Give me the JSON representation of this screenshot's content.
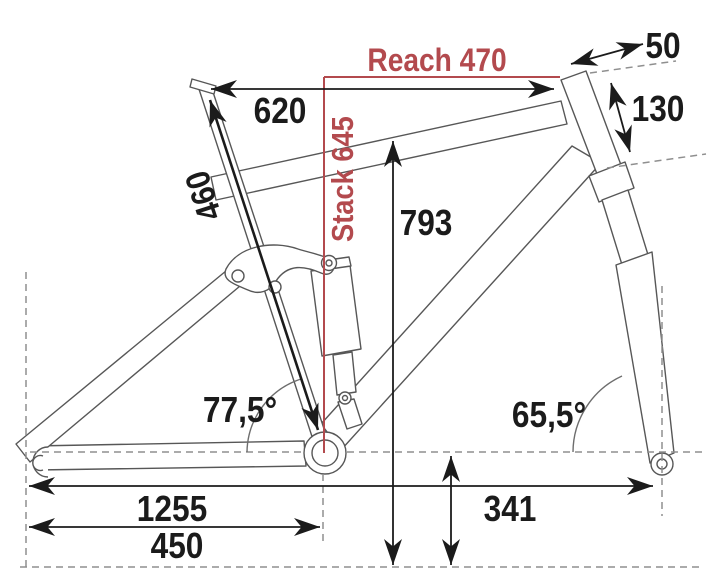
{
  "diagram": {
    "type": "bike-frame-geometry",
    "accent_color": "#b34a4e",
    "line_color": "#1b1b1b",
    "frame_color": "#575757",
    "labels": {
      "reach": "Reach 470",
      "stack": "Stack 645",
      "top_tube_length": "620",
      "seat_tube_length": "460",
      "standover_height": "793",
      "stem_length": "50",
      "head_tube_length": "130",
      "seat_tube_angle": "77,5°",
      "head_tube_angle": "65,5°",
      "wheelbase": "1255",
      "chainstay_length": "450",
      "bb_height": "341"
    }
  }
}
